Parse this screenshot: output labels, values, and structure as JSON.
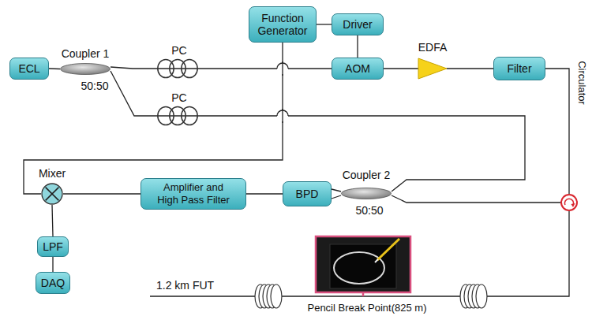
{
  "diagram": {
    "nodes": [
      {
        "text": [
          "ECL"
        ]
      },
      {
        "text": [
          "Coupler 1",
          "50:50"
        ]
      },
      {
        "text": [
          "PC"
        ]
      },
      {
        "text": [
          "PC"
        ]
      },
      {
        "text": [
          "Function Generator"
        ]
      },
      {
        "text": [
          "Driver"
        ]
      },
      {
        "text": [
          "AOM"
        ]
      },
      {
        "text": [
          "EDFA"
        ]
      },
      {
        "text": [
          "Filter"
        ]
      },
      {
        "text": [
          "Circulator"
        ]
      },
      {
        "text": [
          "Mixer"
        ]
      },
      {
        "text": [
          "Amplifier and High Pass Filter"
        ]
      },
      {
        "text": [
          "BPD"
        ]
      },
      {
        "text": [
          "Coupler 2",
          "50:50"
        ]
      },
      {
        "text": [
          "LPF"
        ]
      },
      {
        "text": [
          "DAQ"
        ]
      }
    ],
    "edges": [
      {
        "from": 0,
        "to": 1,
        "arrow": "none"
      },
      {
        "from": 1,
        "to": 2,
        "arrow": "none"
      },
      {
        "from": 1,
        "to": 3,
        "arrow": "none"
      },
      {
        "from": 2,
        "to": 6,
        "arrow": "none"
      },
      {
        "from": 4,
        "to": 5,
        "arrow": "none"
      },
      {
        "from": 5,
        "to": 6,
        "arrow": "none"
      },
      {
        "from": 6,
        "to": 7,
        "arrow": "none"
      },
      {
        "from": 7,
        "to": 8,
        "arrow": "none"
      },
      {
        "from": 8,
        "to": 9,
        "arrow": "none"
      },
      {
        "from": 3,
        "to": 13,
        "arrow": "none"
      },
      {
        "from": 13,
        "to": 9,
        "arrow": "none"
      },
      {
        "from": 13,
        "to": 12,
        "arrow": "none"
      },
      {
        "from": 13,
        "to": 12,
        "arrow": "none"
      },
      {
        "from": 12,
        "to": 11,
        "arrow": "none"
      },
      {
        "from": 11,
        "to": 10,
        "arrow": "none"
      },
      {
        "from": 4,
        "to": 10,
        "arrow": "none"
      },
      {
        "from": 10,
        "to": 14,
        "arrow": "none"
      },
      {
        "from": 14,
        "to": 15,
        "arrow": "none"
      }
    ],
    "labels": [
      "1.2 km FUT",
      "Pencil Break Point(825 m)"
    ]
  }
}
